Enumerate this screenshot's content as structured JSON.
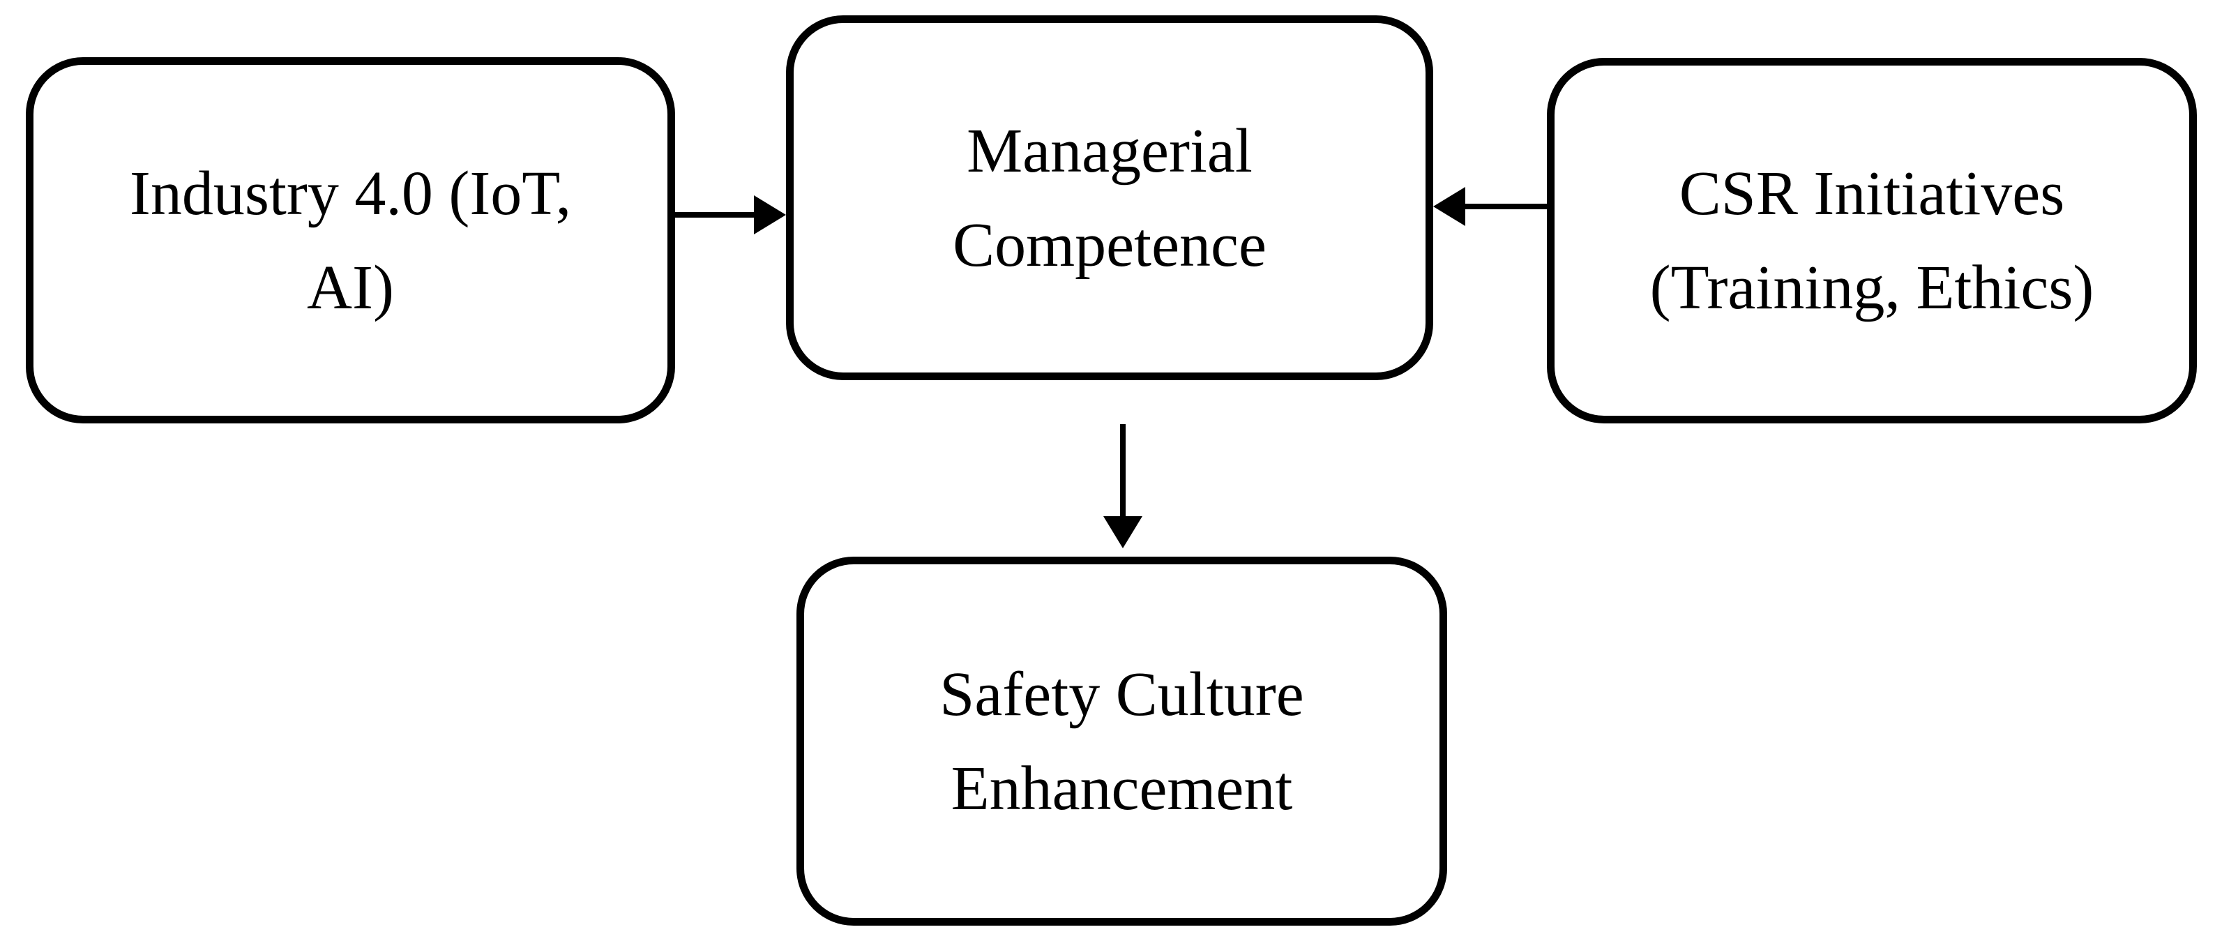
{
  "diagram": {
    "colors": {
      "background": "#ffffff",
      "stroke": "#000000",
      "text": "#000000"
    },
    "nodes": {
      "industry": {
        "line1": "Industry 4.0 (IoT,",
        "line2": "AI)"
      },
      "managerial": {
        "line1": "Managerial",
        "line2": "Competence"
      },
      "csr": {
        "line1": "CSR Initiatives",
        "line2": "(Training, Ethics)"
      },
      "safety": {
        "line1": "Safety Culture",
        "line2": "Enhancement"
      }
    },
    "edges": [
      {
        "from": "industry",
        "to": "managerial",
        "direction": "right"
      },
      {
        "from": "csr",
        "to": "managerial",
        "direction": "left"
      },
      {
        "from": "managerial",
        "to": "safety",
        "direction": "down"
      }
    ]
  }
}
